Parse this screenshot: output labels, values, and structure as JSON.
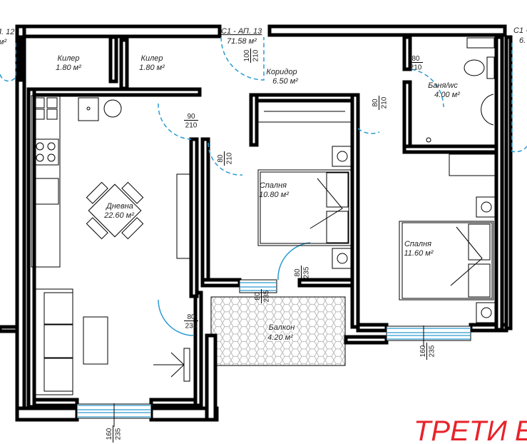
{
  "apartment": {
    "title": "C1 - АП. 13",
    "area": "71.58 м²"
  },
  "neighbors": {
    "left_title": "П. 12",
    "left_area": "м²",
    "right_title": "C1 -",
    "right_area": "6."
  },
  "rooms": [
    {
      "name": "Килер",
      "area": "1.80 м²"
    },
    {
      "name": "Килер",
      "area": "1.80 м²"
    },
    {
      "name": "Коридор",
      "area": "6.50 м²"
    },
    {
      "name": "Баня/wc",
      "area": "4.00 м²"
    },
    {
      "name": "Дневна",
      "area": "22.60 м²"
    },
    {
      "name": "Спалня",
      "area": "10.80 м²"
    },
    {
      "name": "Спалня",
      "area": "11.60 м²"
    },
    {
      "name": "Балкон",
      "area": "4.20 м²"
    }
  ],
  "openings": [
    {
      "w": "100",
      "h": "210"
    },
    {
      "w": "80",
      "h": "210"
    },
    {
      "w": "80",
      "h": "210"
    },
    {
      "w": "90",
      "h": "210"
    },
    {
      "w": "80",
      "h": "210"
    },
    {
      "w": "80",
      "h": "235"
    },
    {
      "w": "80",
      "h": "235"
    },
    {
      "w": "80",
      "h": "235"
    },
    {
      "w": "160",
      "h": "235"
    },
    {
      "w": "160",
      "h": "235"
    }
  ],
  "floor_label": "ТРЕТИ Е",
  "colors": {
    "walls": "#000000",
    "doors_windows": "#2a9ad0",
    "floor_label": "#e8232a"
  }
}
